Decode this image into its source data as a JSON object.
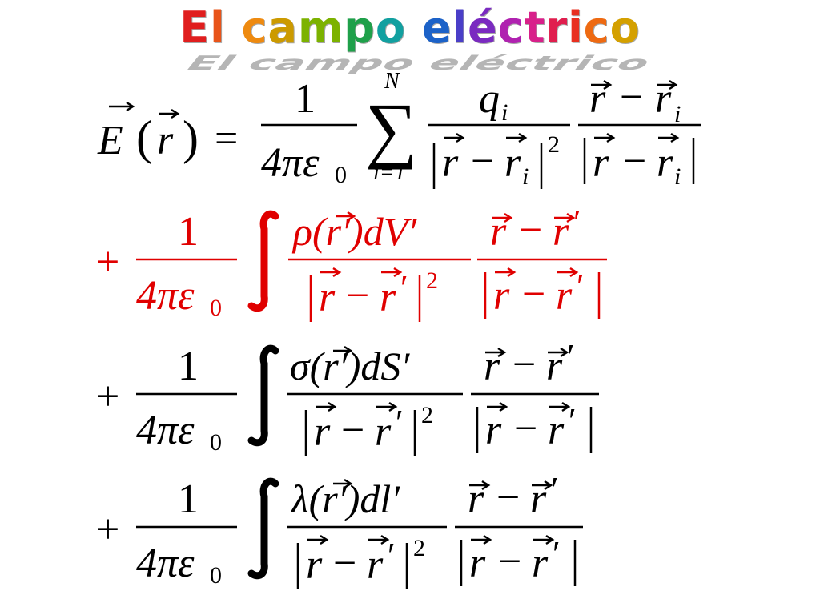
{
  "slide": {
    "title": "El campo eléctrico",
    "title_colors": [
      "#e01e1e",
      "#e8541a",
      "#ee8a10",
      "#cc9a00",
      "#7cb200",
      "#1fa04a",
      "#12a0a0",
      "#1c62c8",
      "#4a3ec8",
      "#7a2ac0",
      "#b022b0",
      "#d8208a",
      "#e01e4e",
      "#e83020",
      "#ee6a12",
      "#d4a000",
      "#5aa818",
      "#129c70"
    ],
    "black": "#000000",
    "red": "#e00000"
  },
  "eq": {
    "lhs_E": "E",
    "lhs_lparen": "(",
    "lhs_r": "r",
    "lhs_rparen": ")",
    "equals": "=",
    "one": "1",
    "four_pi_eps": "4πε",
    "zero": "0",
    "sum_upper": "N",
    "sum_symbol": "∑",
    "sum_lower": "i=1",
    "q": "q",
    "i": "i",
    "r": "r",
    "minus": "−",
    "two": "2",
    "plus": "+",
    "integral": "∫",
    "prime": "′",
    "rho_num": "ρ(r′)dV′",
    "sigma_num": "σ(r′)dS′",
    "lambda_num": "λ(r′)dl′",
    "bar": "|"
  }
}
